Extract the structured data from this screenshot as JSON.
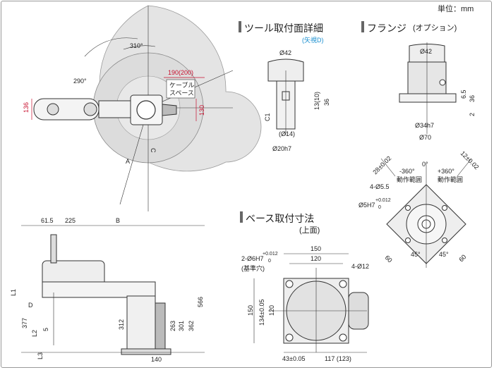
{
  "unit_note": "単位：mm",
  "sections": {
    "tool_mount": "ツール取付面詳細",
    "tool_mount_view": "(矢視D)",
    "flange": "フランジ",
    "flange_option": "(オプション)",
    "base_mount": "ベース取付寸法",
    "base_mount_view": "(上面)"
  },
  "top_view": {
    "angle_310": "310°",
    "angle_290": "290°",
    "reach_190": "190(200)",
    "cable_space": [
      "ケーブル",
      "スペース"
    ],
    "dim_136": "136",
    "dim_130": "130",
    "label_a": "A",
    "label_c": "C"
  },
  "side_view": {
    "dim_615": "61.5",
    "dim_225": "225",
    "label_b": "B",
    "label_l1": "L1",
    "label_d": "D",
    "label_l2": "L2",
    "label_l3": "L3",
    "dim_377": "377",
    "dim_5": "5",
    "dim_312": "312",
    "dim_263": "263",
    "dim_301": "301",
    "dim_362": "362",
    "dim_566": "566",
    "dim_140": "140"
  },
  "tool_detail": {
    "phi42": "Ø42",
    "dim_36": "36",
    "dim_1310": "13(10)",
    "label_c1": "C1",
    "phi14": "(Ø14)",
    "phi20h7": "Ø20h7"
  },
  "flange_detail": {
    "phi42": "Ø42",
    "dim_36": "36",
    "dim_65": "6.5",
    "dim_2": "2",
    "phi34h7": "Ø34h7",
    "phi70": "Ø70",
    "tol_28": "28±0.02",
    "tol_12": "12±0.02",
    "angle_0": "0°",
    "rot_minus": "-360°",
    "rot_plus": "+360°",
    "range": "動作範囲",
    "holes_4": "4-Ø5.5",
    "hole_5h7": "Ø5H7",
    "hole_tol_top": "+0.012",
    "hole_tol_bot": "0",
    "dim_60_left": "60",
    "dim_60_right": "60",
    "angle_45_left": "45°",
    "angle_45_right": "45°"
  },
  "base_detail": {
    "dim_150_top": "150",
    "dim_120_top": "120",
    "holes_2": "2-Ø6H7",
    "hole_tol_top": "+0.012",
    "hole_tol_bot": "0",
    "datum": "(基準穴)",
    "holes_4": "4-Ø12",
    "dim_150_left": "150",
    "dim_134": "134±0.05",
    "dim_120_left": "120",
    "dim_43": "43±0.05",
    "dim_117": "117 (123)"
  }
}
